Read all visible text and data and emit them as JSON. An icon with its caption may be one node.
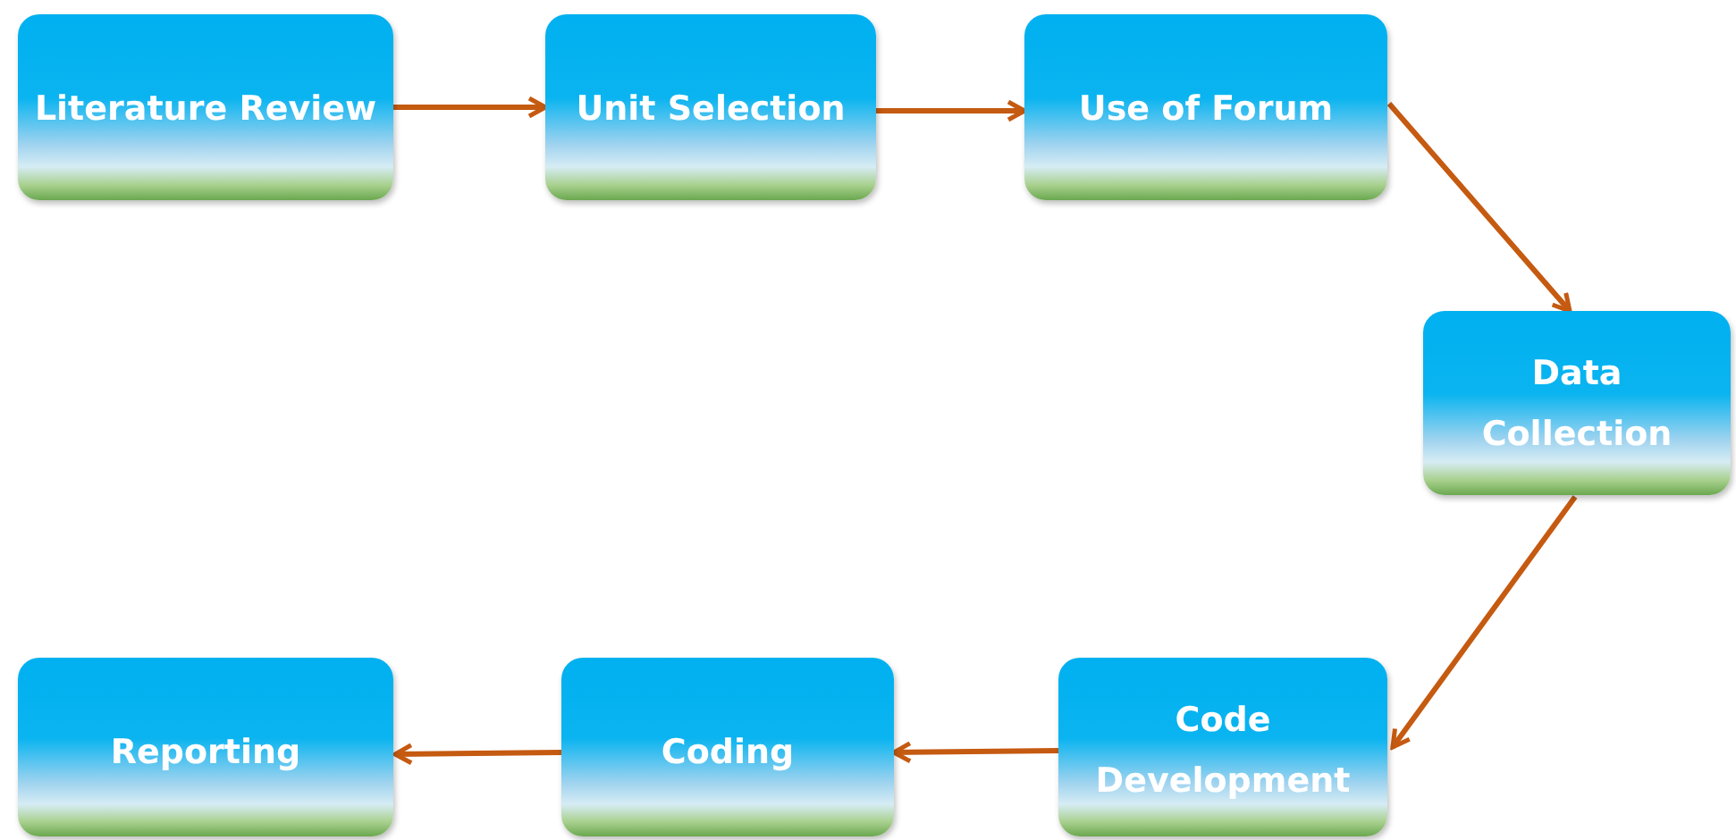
{
  "diagram": {
    "nodes": [
      {
        "text": [
          "Literature Review"
        ]
      },
      {
        "text": [
          "Unit Selection"
        ]
      },
      {
        "text": [
          "Use of Forum"
        ]
      },
      {
        "text": [
          "Data Collection"
        ]
      },
      {
        "text": [
          "Code Development"
        ]
      },
      {
        "text": [
          "Coding"
        ]
      },
      {
        "text": [
          "Reporting"
        ]
      }
    ],
    "edges": [
      {
        "from": 0,
        "to": 1,
        "arrow": "to"
      },
      {
        "from": 1,
        "to": 2,
        "arrow": "to"
      },
      {
        "from": 2,
        "to": 3,
        "arrow": "to"
      },
      {
        "from": 3,
        "to": 4,
        "arrow": "to"
      },
      {
        "from": 4,
        "to": 5,
        "arrow": "to"
      },
      {
        "from": 5,
        "to": 6,
        "arrow": "to"
      }
    ]
  }
}
